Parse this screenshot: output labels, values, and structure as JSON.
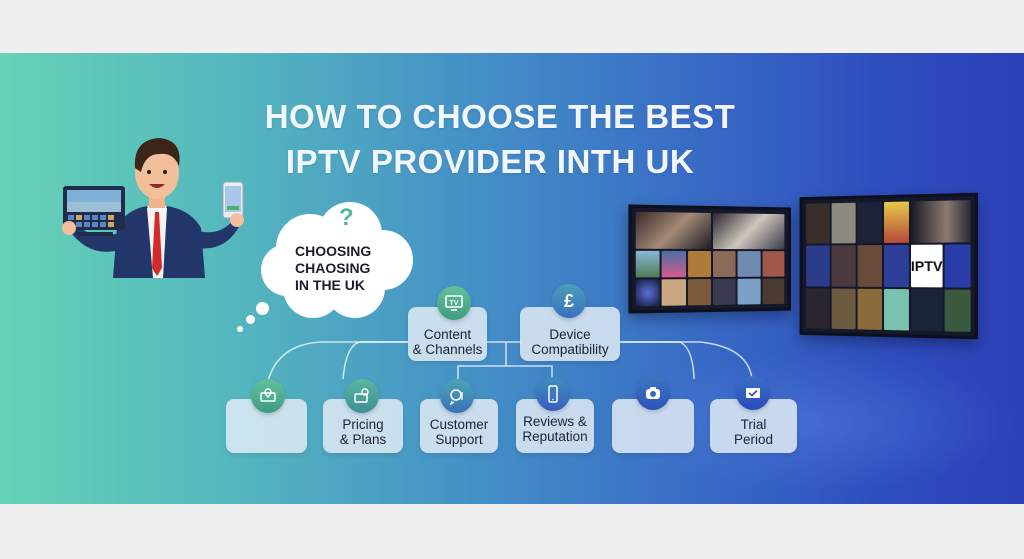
{
  "banner": {
    "title_line1": "HOW TO CHOOSE THE BEST",
    "title_line2": "IPTV PROVIDER INTH UK",
    "colors": {
      "gradient_start": "#66d2b6",
      "gradient_end": "#2a40b8",
      "page_bg": "#efefef",
      "title": "#f2f6ff"
    }
  },
  "illustration": {
    "person": "man-in-suit-holding-tablet-and-phone",
    "thought_bubble": {
      "icon": "question-mark-icon",
      "lines": [
        "CHOOSING",
        "CHAOSING",
        "IN THE UK"
      ]
    },
    "tvs": [
      "tv-left-streaming-grid",
      "tv-right-streaming-grid"
    ],
    "tv_logo_text": "IPTV"
  },
  "tree": {
    "top_nodes": [
      {
        "label_line1": "Content",
        "label_line2": "& Channels",
        "icon": "tv-icon",
        "icon_text": "TV"
      },
      {
        "label_line1": "Device",
        "label_line2": "Compatibility",
        "icon": "pound-icon",
        "icon_text": "£"
      }
    ],
    "bottom_nodes": [
      {
        "label_line1": "",
        "label_line2": "",
        "icon": "location-device-icon"
      },
      {
        "label_line1": "Pricing",
        "label_line2": "& Plans",
        "icon": "tv-search-icon"
      },
      {
        "label_line1": "Customer",
        "label_line2": "Support",
        "icon": "support-chat-icon"
      },
      {
        "label_line1": "Reviews &",
        "label_line2": "Reputation",
        "icon": "smartphone-icon"
      },
      {
        "label_line1": "",
        "label_line2": "",
        "icon": "camera-icon"
      },
      {
        "label_line1": "Trial",
        "label_line2": "Period",
        "icon": "envelope-check-icon"
      }
    ]
  }
}
